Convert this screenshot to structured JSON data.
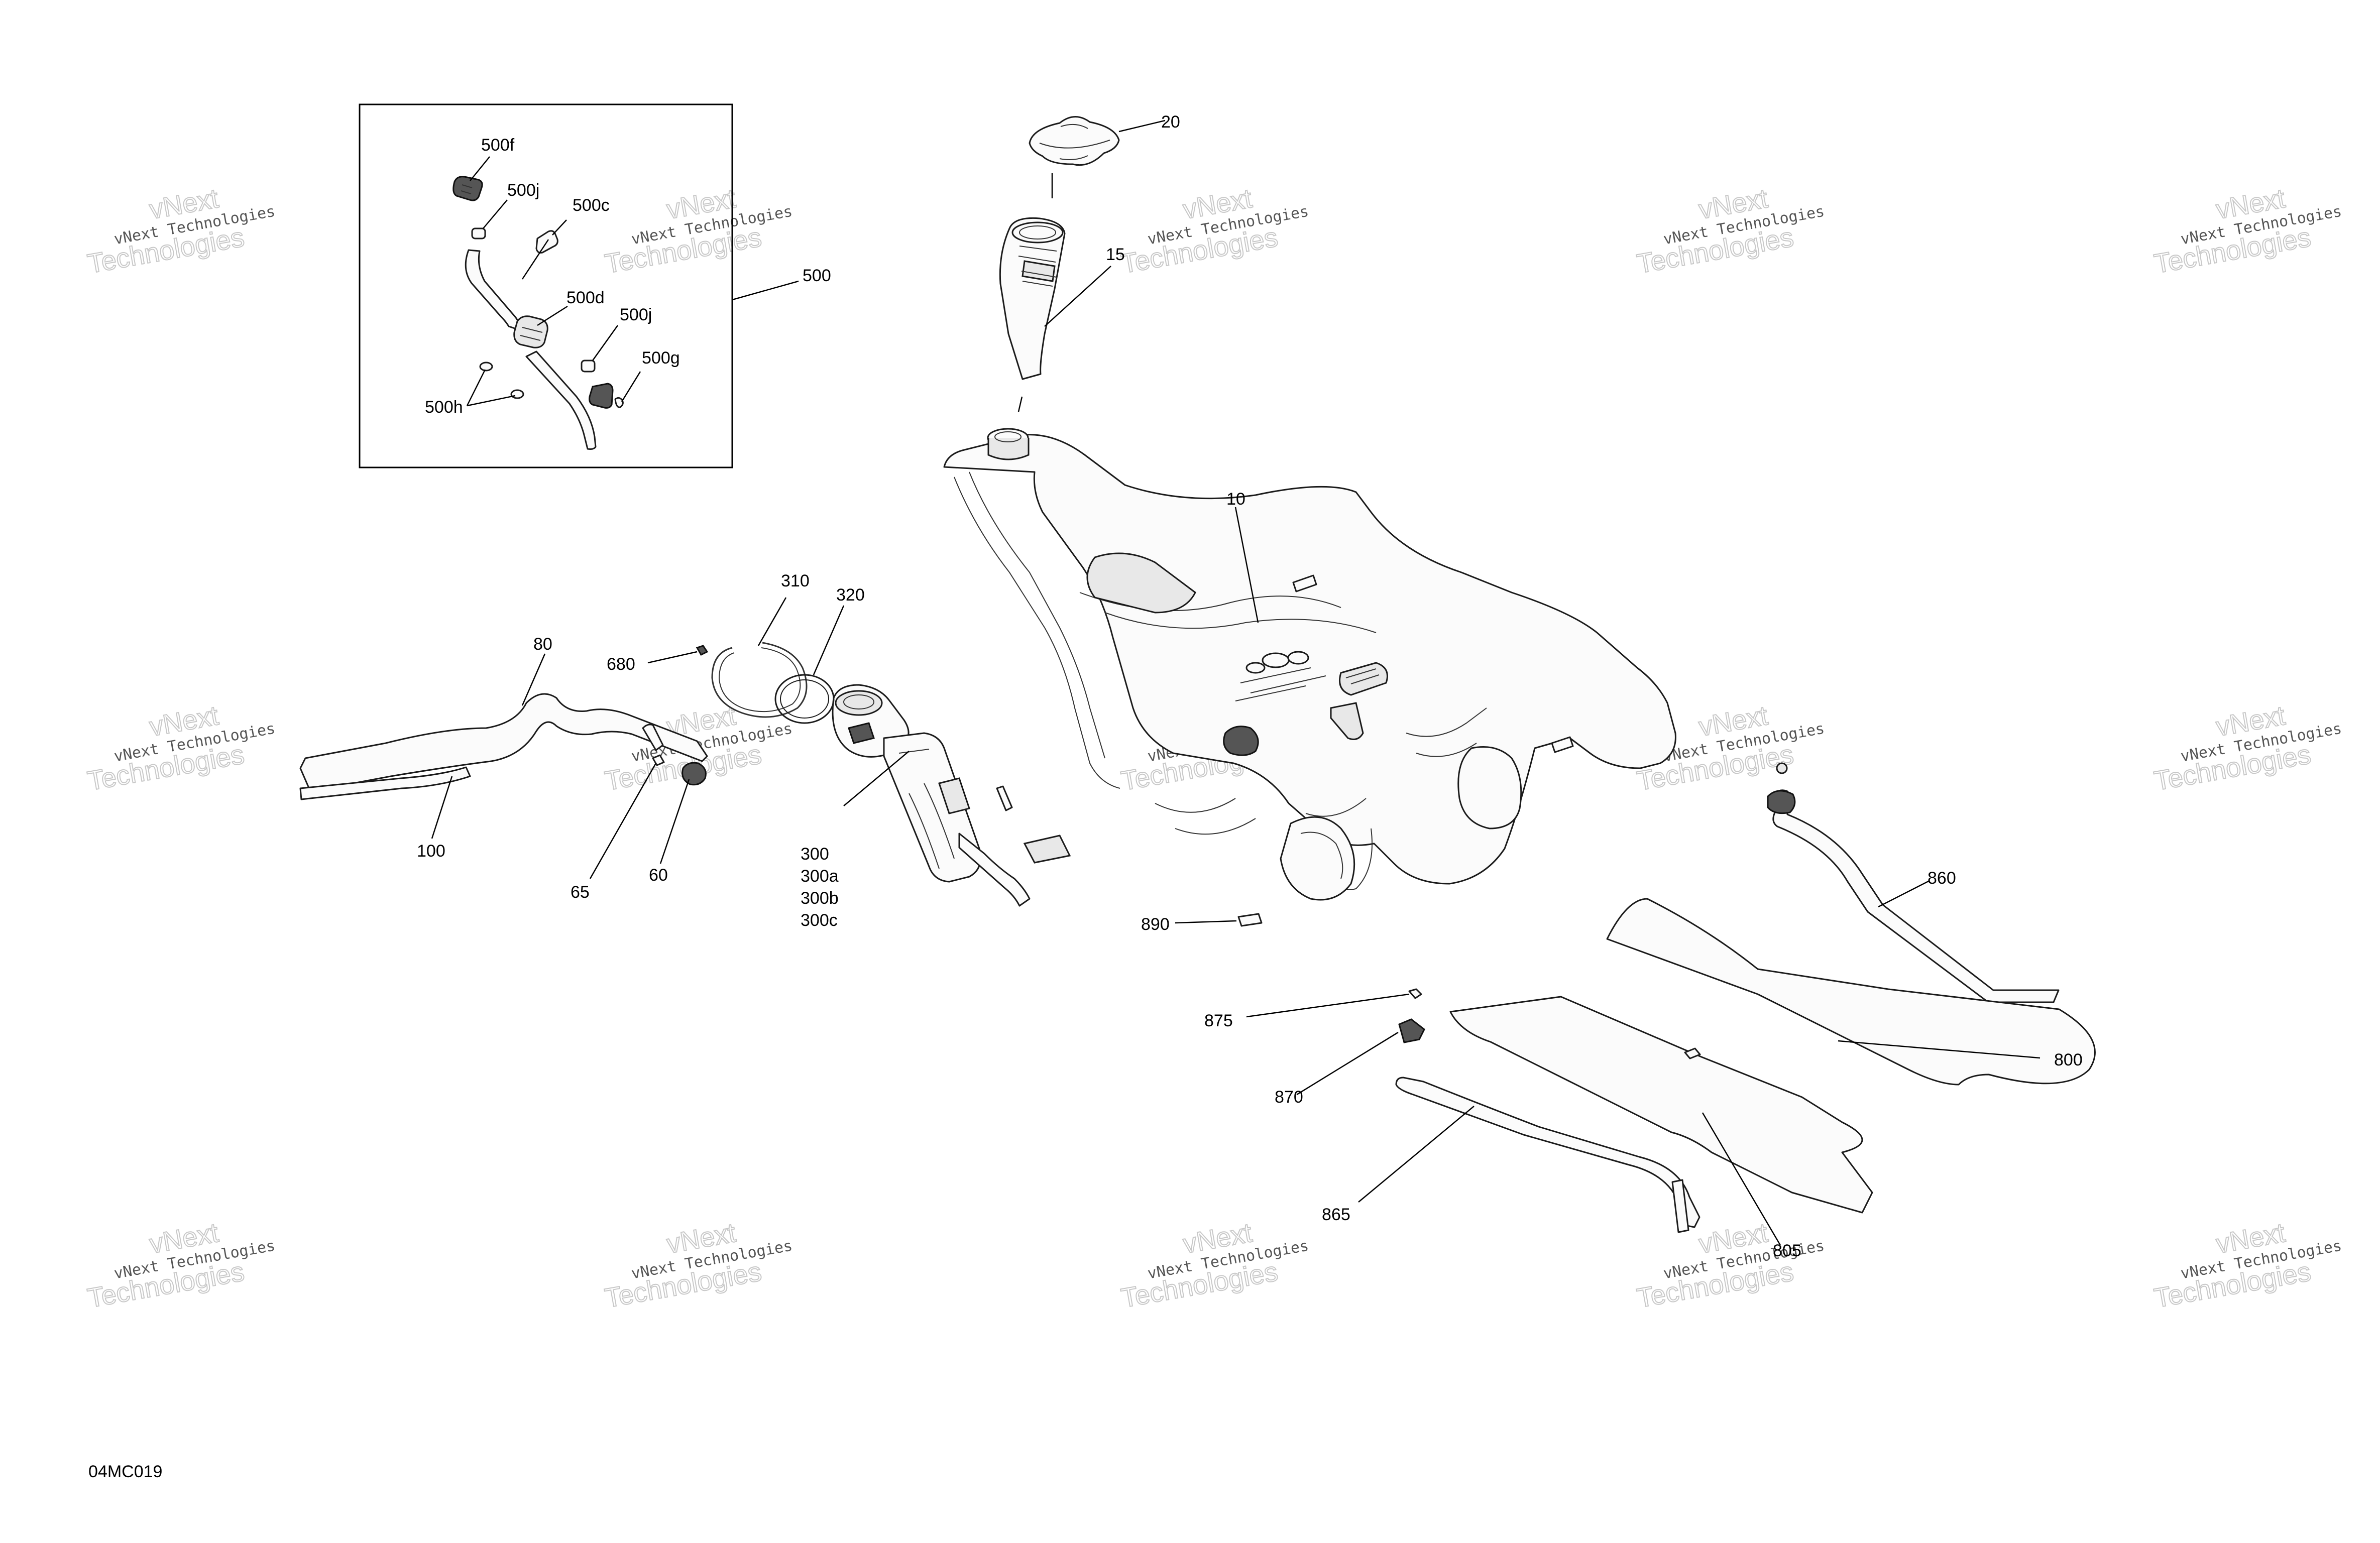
{
  "diagram": {
    "code": "04MC019",
    "watermark": {
      "small": "vNext Technologies",
      "big_top": "vNext",
      "big_bottom": "Technologies"
    },
    "labels": [
      {
        "id": "20",
        "text": "20"
      },
      {
        "id": "15",
        "text": "15"
      },
      {
        "id": "10",
        "text": "10"
      },
      {
        "id": "500",
        "text": "500"
      },
      {
        "id": "500f",
        "text": "500f"
      },
      {
        "id": "500j_a",
        "text": "500j"
      },
      {
        "id": "500c",
        "text": "500c"
      },
      {
        "id": "500d",
        "text": "500d"
      },
      {
        "id": "500j_b",
        "text": "500j"
      },
      {
        "id": "500g",
        "text": "500g"
      },
      {
        "id": "500h",
        "text": "500h"
      },
      {
        "id": "310",
        "text": "310"
      },
      {
        "id": "320",
        "text": "320"
      },
      {
        "id": "680",
        "text": "680"
      },
      {
        "id": "80",
        "text": "80"
      },
      {
        "id": "100",
        "text": "100"
      },
      {
        "id": "65",
        "text": "65"
      },
      {
        "id": "60",
        "text": "60"
      },
      {
        "id": "300",
        "text": "300"
      },
      {
        "id": "300a",
        "text": "300a"
      },
      {
        "id": "300b",
        "text": "300b"
      },
      {
        "id": "300c",
        "text": "300c"
      },
      {
        "id": "890",
        "text": "890"
      },
      {
        "id": "860",
        "text": "860"
      },
      {
        "id": "875",
        "text": "875"
      },
      {
        "id": "870",
        "text": "870"
      },
      {
        "id": "800",
        "text": "800"
      },
      {
        "id": "865",
        "text": "865"
      },
      {
        "id": "805",
        "text": "805"
      }
    ]
  }
}
